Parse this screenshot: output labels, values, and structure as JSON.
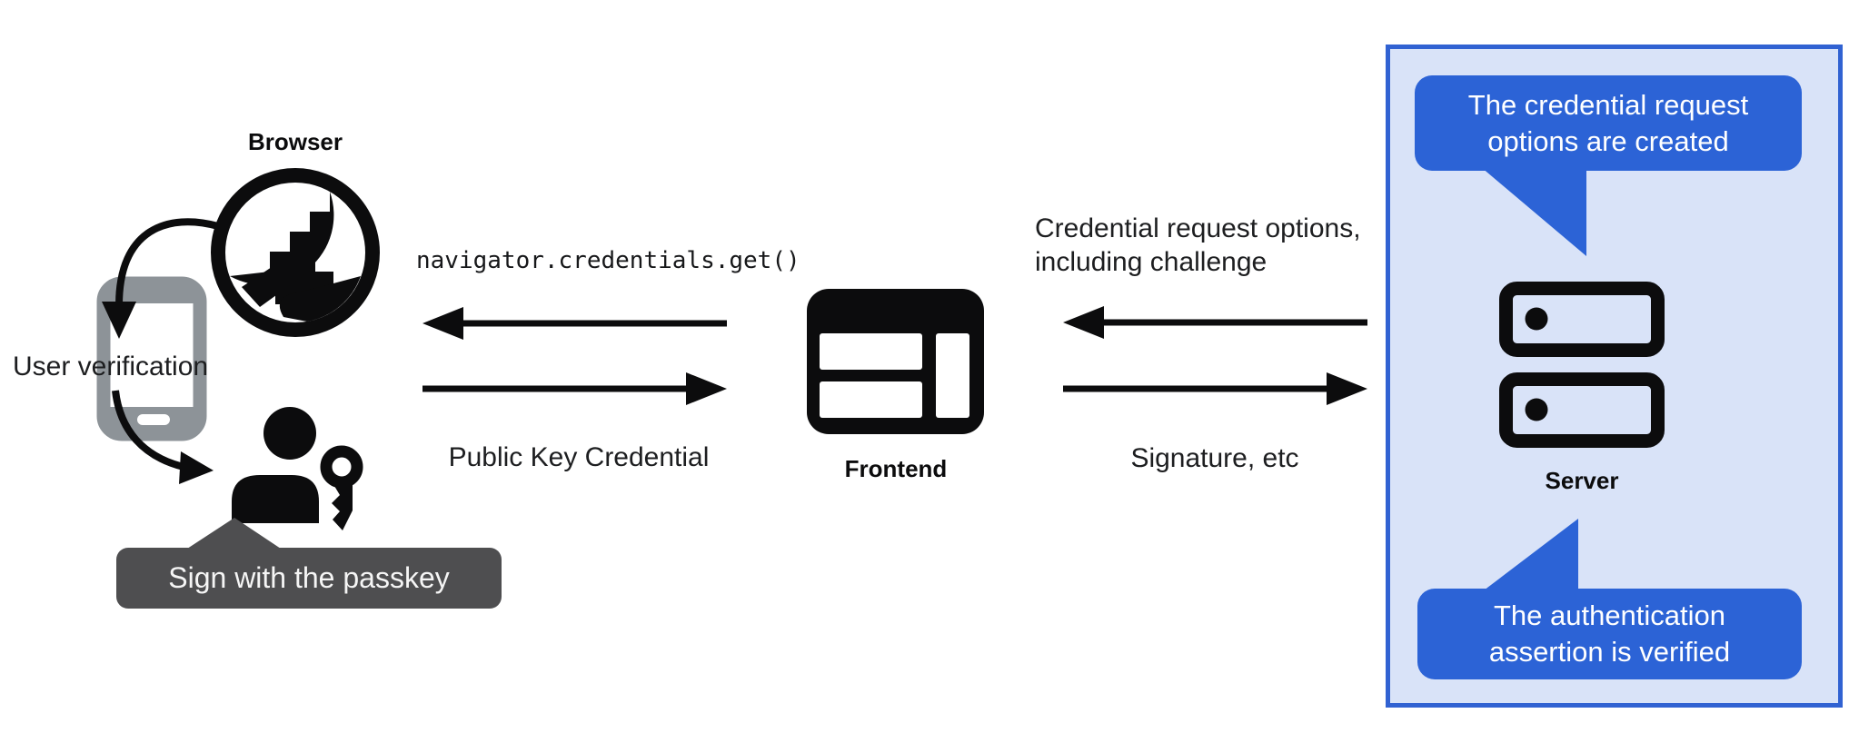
{
  "colors": {
    "bubble-blue": "#2c63d6",
    "panel-border": "#3162d2",
    "panel-bg": "#d9e3f8",
    "tooltip-gray": "#4e4e50",
    "phone-gray": "#8d9398",
    "ink": "#0c0c0d",
    "text-dark": "#1d1e20"
  },
  "actors": {
    "browser": {
      "label": "Browser",
      "icon": "globe-icon"
    },
    "frontend": {
      "label": "Frontend",
      "icon": "browser-window-icon"
    },
    "server": {
      "label": "Server",
      "icon": "server-stack-icon"
    },
    "authenticator": {
      "label": "User verification",
      "icon": "smartphone-icon"
    },
    "user": {
      "icon": "person-with-key-icon",
      "tooltip": "Sign with the passkey"
    }
  },
  "messages": {
    "frontend_to_browser": {
      "code": "navigator.credentials.get()"
    },
    "browser_to_frontend": {
      "label": "Public Key Credential"
    },
    "server_to_frontend": {
      "line1": "Credential request options,",
      "line2": "including challenge"
    },
    "frontend_to_server": {
      "label": "Signature, etc"
    }
  },
  "server_panel": {
    "bubble_top": {
      "line1": "The credential request",
      "line2": "options are created"
    },
    "bubble_bottom": {
      "line1": "The authentication",
      "line2": "assertion is verified"
    }
  }
}
